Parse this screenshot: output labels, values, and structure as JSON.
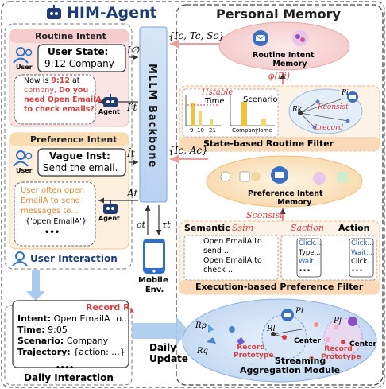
{
  "title": "HIM-Agent",
  "left": {
    "routine": {
      "header": "Routine Intent",
      "user_label": "User",
      "user_state_title": "User State:",
      "user_state_value": "9:12 Company",
      "agent_msg_1": "Now is ",
      "agent_msg_time": "9:12",
      "agent_msg_2": " at",
      "agent_msg_3": "compny, ",
      "agent_msg_4": "Do you",
      "agent_msg_5": "need Open EmailA",
      "agent_msg_6": "to check emails?",
      "agent_label": "Agent"
    },
    "preference": {
      "header": "Preference Intent",
      "user_label": "User",
      "vague_title": "Vague Inst:",
      "vague_value": "Send the email.",
      "agent_msg_1": "User often open",
      "agent_msg_2": "EmailA to send",
      "agent_msg_3": "messages to...",
      "agent_msg_4": "{'open EmailA'}",
      "agent_msg_5": "•••",
      "agent_label": "Agent"
    },
    "user_interaction": "User Interaction",
    "daily": {
      "record_label": "Record R",
      "record_sub": "k",
      "intent": "Open EmailA to...",
      "intent_key": "Intent:",
      "time_key": "Time:",
      "time": "9:05",
      "scenario_key": "Scenario:",
      "scenario": "Company",
      "trajectory_key": "Trajectory:",
      "trajectory": "{action: ...}",
      "dots": "••••",
      "footer": "Daily Interaction"
    }
  },
  "center": {
    "backbone": "MLLM  Backbone",
    "mobile_label_1": "Mobile",
    "mobile_label_2": "Env.",
    "daily_update_1": "Daily",
    "daily_update_2": "Update",
    "arrow_i0": "I∅",
    "arrow_it_prime": "I′t",
    "arrow_it_hat": "Ît",
    "arrow_at": "At",
    "arrow_ot": "ot",
    "arrow_tau": "τt",
    "set_routine": "{Ic, Tc, Sc}",
    "set_pref": "{Ic, Ac}"
  },
  "right": {
    "title": "Personal Memory",
    "routine_memory": [
      "Routine Intent",
      "Memory"
    ],
    "phi": "ϕ(Pi)",
    "state_filter": {
      "footer": "State-based Routine Filter",
      "h_stable": "Hstable",
      "time": "Time",
      "scenario": "Scenario",
      "x_ticks": [
        "9",
        "10",
        "21"
      ],
      "s_ticks": [
        "Company",
        "Home"
      ],
      "r_consist": "Rconsist",
      "l_record": "Lrecord",
      "rk": "Rk",
      "pi": "Pi"
    },
    "pref_memory": [
      "Preference Intent",
      "Memory"
    ],
    "s_consist": "Sconsist",
    "exec_filter": {
      "semantic": "Semantic",
      "s_sim": "Ssim",
      "s_action": "Saction",
      "action": "Action",
      "lines": [
        "Open EmailA to",
        "send ...",
        "Open EmailA to",
        "check ..."
      ],
      "clicks": [
        "Click...",
        "Type...",
        "Wait...",
        "•••"
      ],
      "clicks_r": [
        "Click...",
        "Wait...",
        "Click...",
        "•••"
      ],
      "footer": "Execution-based Preference Filter"
    },
    "streaming": {
      "footer_1": "Streaming",
      "footer_2": "Aggregation Module",
      "record_prototype": "Record Prototype",
      "center": "Center",
      "pi": "Pi",
      "pj": "Pj",
      "rp": "Rp",
      "rq": "Rq",
      "rl": "Rl"
    }
  },
  "colors": {
    "pink": "#f6d3d3",
    "orange": "#fbe3c6",
    "blue_box": "#c9ddf4",
    "accent_red": "#d64040",
    "accent_orange": "#e0892e",
    "navy": "#1f3d74"
  }
}
